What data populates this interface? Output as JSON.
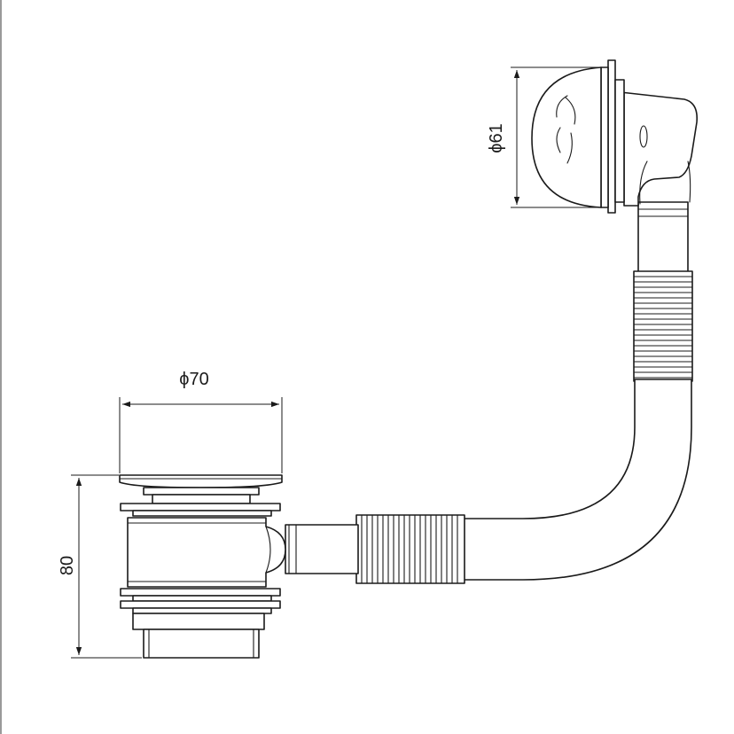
{
  "diagram": {
    "dimensions": {
      "outlet_diameter": "ϕ70",
      "overflow_diameter": "ϕ61",
      "height": "80"
    },
    "colors": {
      "line": "#1a1a1a",
      "background": "#ffffff",
      "left_border": "#9a9a9a"
    }
  }
}
